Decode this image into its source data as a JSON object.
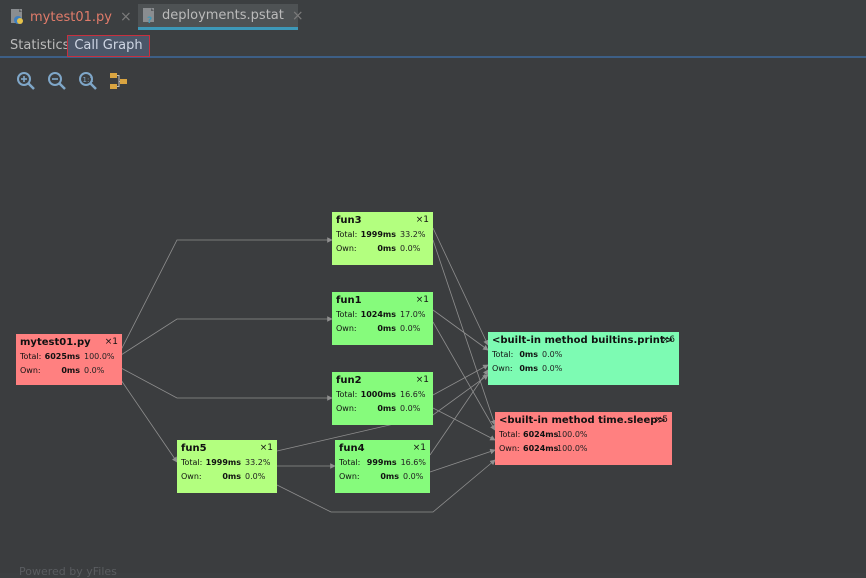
{
  "tabs": [
    {
      "label": "mytest01.py",
      "close": "×"
    },
    {
      "label": "deployments.pstat",
      "close": "×"
    }
  ],
  "subtabs": [
    {
      "label": "Statistics"
    },
    {
      "label": "Call Graph"
    }
  ],
  "toolbar": {
    "icons": [
      "zoom-in-icon",
      "zoom-out-icon",
      "actual-size-icon",
      "fit-content-icon"
    ]
  },
  "labels": {
    "total": "Total:",
    "own": "Own:"
  },
  "nodes": {
    "mytest": {
      "title": "mytest01.py",
      "count": "×1",
      "total": "6025ms",
      "total_pct": "100.0%",
      "own": "0ms",
      "own_pct": "0.0%"
    },
    "fun3": {
      "title": "fun3",
      "count": "×1",
      "total": "1999ms",
      "total_pct": "33.2%",
      "own": "0ms",
      "own_pct": "0.0%"
    },
    "fun1": {
      "title": "fun1",
      "count": "×1",
      "total": "1024ms",
      "total_pct": "17.0%",
      "own": "0ms",
      "own_pct": "0.0%"
    },
    "fun2": {
      "title": "fun2",
      "count": "×1",
      "total": "1000ms",
      "total_pct": "16.6%",
      "own": "0ms",
      "own_pct": "0.0%"
    },
    "fun5": {
      "title": "fun5",
      "count": "×1",
      "total": "1999ms",
      "total_pct": "33.2%",
      "own": "0ms",
      "own_pct": "0.0%"
    },
    "fun4": {
      "title": "fun4",
      "count": "×1",
      "total": "999ms",
      "total_pct": "16.6%",
      "own": "0ms",
      "own_pct": "0.0%"
    },
    "print": {
      "title": "<built-in method builtins.print>",
      "count": "×6",
      "total": "0ms",
      "total_pct": "0.0%",
      "own": "0ms",
      "own_pct": "0.0%"
    },
    "sleep": {
      "title": "<built-in method time.sleep>",
      "count": "×5",
      "total": "6024ms",
      "total_pct": "100.0%",
      "own": "6024ms",
      "own_pct": "100.0%"
    }
  },
  "footer": "Powered by yFiles",
  "colors": {
    "accent_tab": "#3d98b8",
    "selected_border": "#c7303f",
    "node_green": "#b3ff7f",
    "node_red": "#ff8080",
    "node_mint": "#7dfbb3"
  }
}
